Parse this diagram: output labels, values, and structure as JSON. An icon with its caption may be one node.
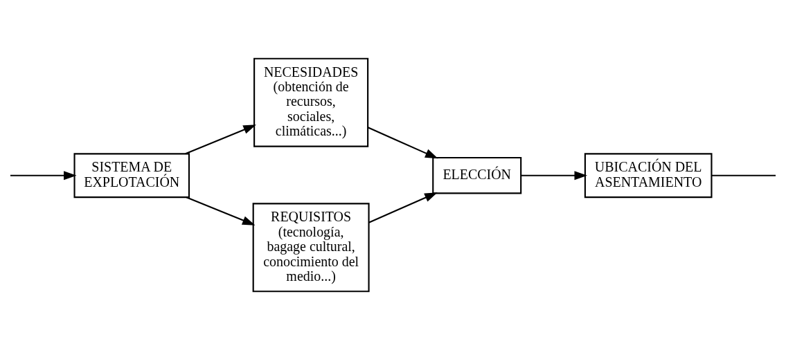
{
  "diagram": {
    "nodes": [
      {
        "text": [
          "SISTEMA DE EXPLOTACIÓN"
        ]
      },
      {
        "text": [
          "NECESIDADES",
          "(obtención de recursos, sociales, climáticas...)"
        ]
      },
      {
        "text": [
          "REQUISITOS",
          "(tecnología, bagage cultural, conocimiento del medio...)"
        ]
      },
      {
        "text": [
          "ELECCIÓN"
        ]
      },
      {
        "text": [
          "UBICACIÓN DEL ASENTAMIENTO"
        ]
      }
    ],
    "edges": [
      {
        "from": null,
        "to": 0,
        "arrow": "to"
      },
      {
        "from": 0,
        "to": 1,
        "arrow": "to"
      },
      {
        "from": 0,
        "to": 2,
        "arrow": "to"
      },
      {
        "from": 1,
        "to": 3,
        "arrow": "to"
      },
      {
        "from": 2,
        "to": 3,
        "arrow": "to"
      },
      {
        "from": 3,
        "to": 4,
        "arrow": "to"
      },
      {
        "from": 4,
        "to": null,
        "arrow": "none"
      }
    ]
  }
}
